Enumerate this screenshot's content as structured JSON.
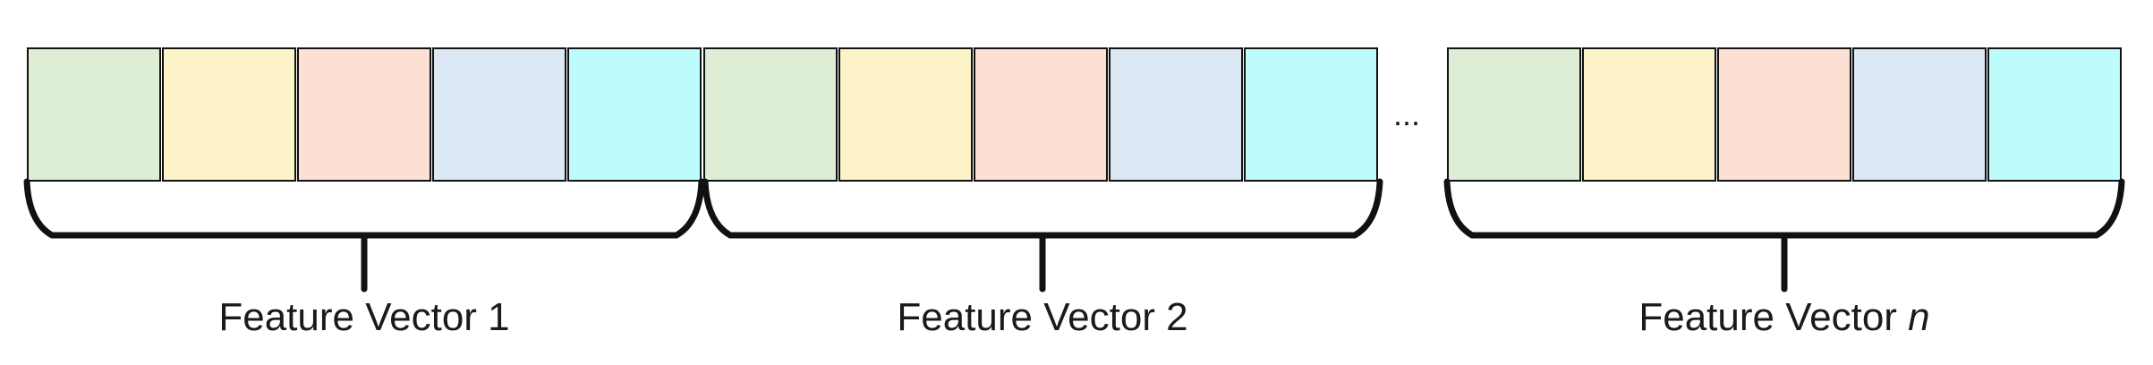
{
  "diagram": {
    "vectors": [
      {
        "label": "Feature Vector 1",
        "label_base": "Feature Vector ",
        "label_index": "1",
        "index_italic": false
      },
      {
        "label": "Feature Vector 2",
        "label_base": "Feature Vector ",
        "label_index": "2",
        "index_italic": false
      },
      {
        "label": "Feature Vector n",
        "label_base": "Feature Vector ",
        "label_index": "n",
        "index_italic": true
      }
    ],
    "cell_colors": [
      "#deedd6",
      "#fdf3c8",
      "#fce0d3",
      "#dce8f4",
      "#bdfcfc"
    ],
    "ellipsis": "..."
  }
}
